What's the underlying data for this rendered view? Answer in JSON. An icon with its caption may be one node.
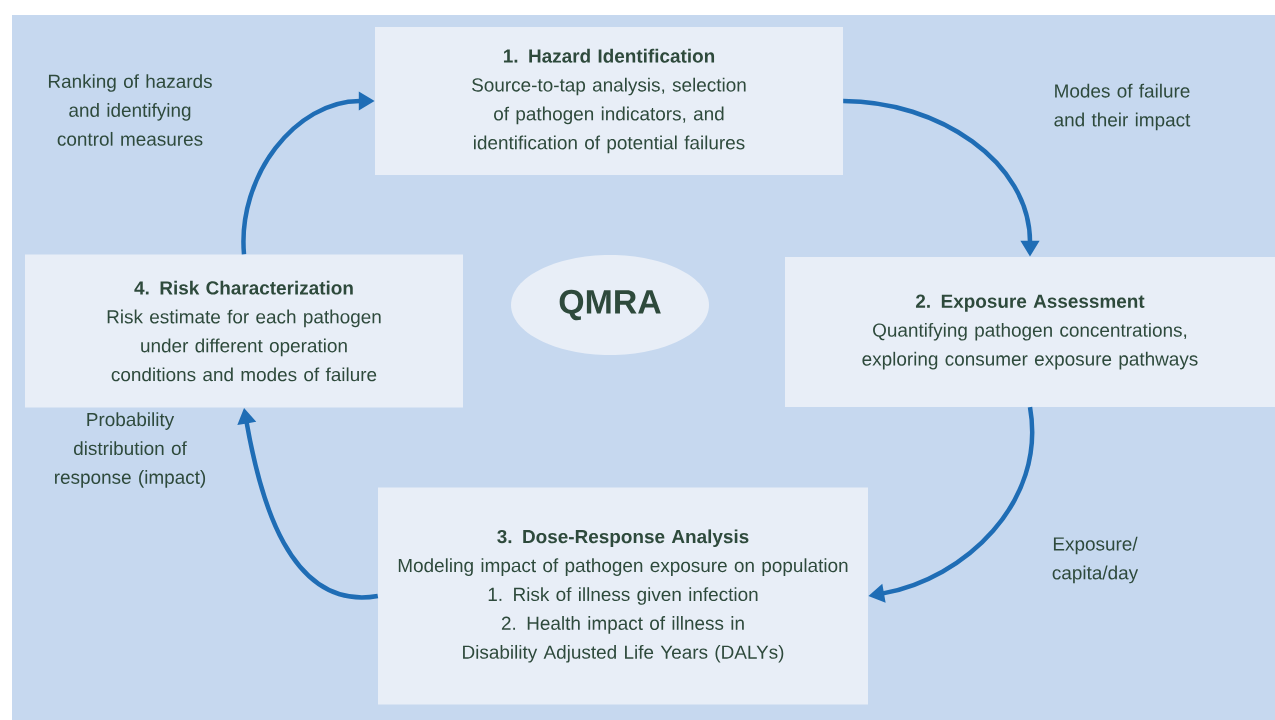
{
  "diagram": {
    "nodes": [
      {
        "text": [
          "1. Hazard Identification",
          "Source-to-tap analysis, selection of pathogen indicators, and identification of potential failures"
        ]
      },
      {
        "text": [
          "2. Exposure Assessment",
          "Quantifying pathogen concentrations, exploring consumer exposure pathways"
        ]
      },
      {
        "text": [
          "3. Dose-Response Analysis",
          "Modeling impact of pathogen exposure on population",
          "1. Risk of illness given infection",
          "2. Health impact of illness in Disability Adjusted Life Years (DALYs)"
        ]
      },
      {
        "text": [
          "4. Risk Characterization",
          "Risk estimate for each pathogen under different operation conditions and modes of failure"
        ]
      },
      {
        "text": [
          "QMRA"
        ]
      }
    ],
    "edges": [
      {
        "from": 0,
        "to": 1,
        "arrow": "to",
        "label": "Modes of failure and their impact"
      },
      {
        "from": 1,
        "to": 2,
        "arrow": "to",
        "label": "Exposure/ capita/day"
      },
      {
        "from": 2,
        "to": 3,
        "arrow": "to",
        "label": "Probability distribution of response (impact)"
      },
      {
        "from": 3,
        "to": 0,
        "arrow": "to",
        "label": "Ranking of hazards and identifying control measures"
      }
    ]
  }
}
